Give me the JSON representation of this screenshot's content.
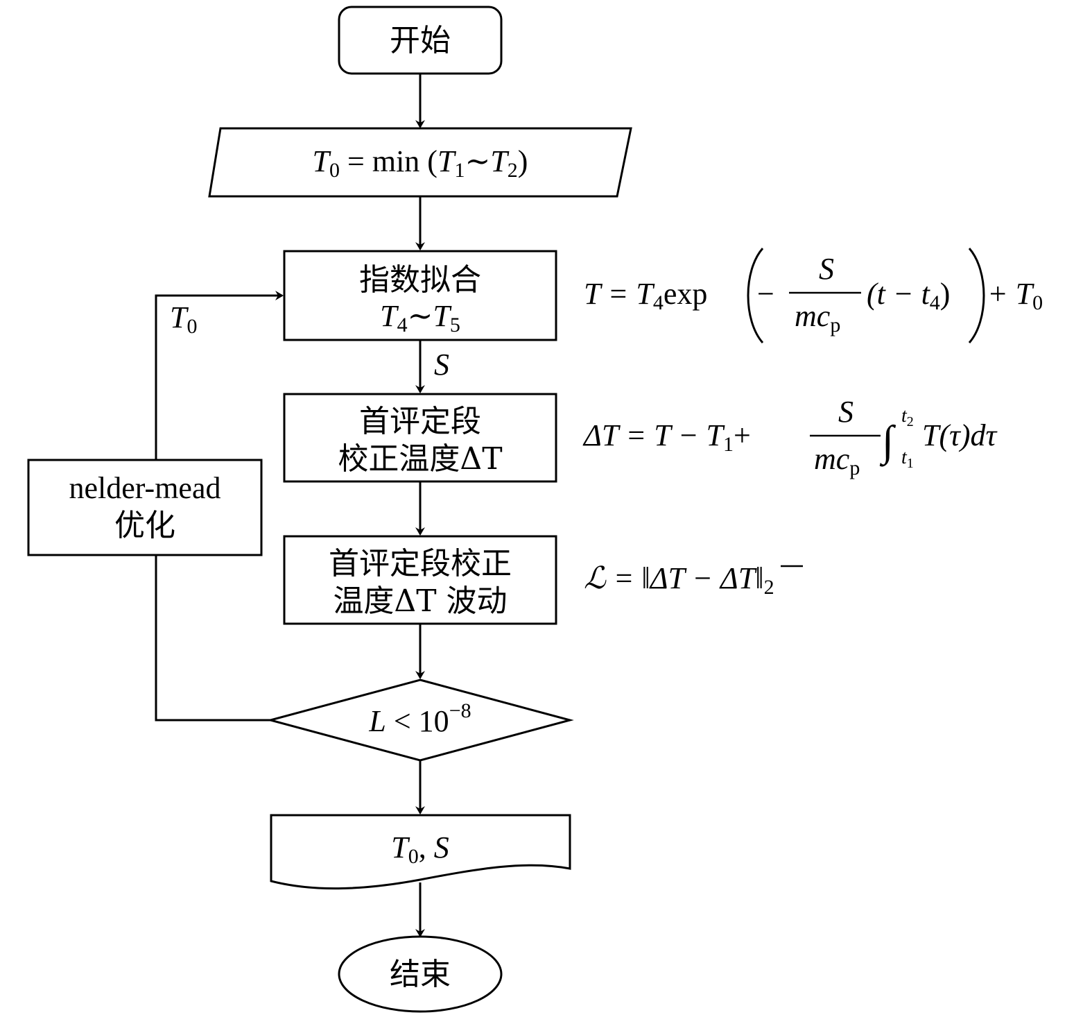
{
  "nodes": {
    "start": {
      "label": "开始",
      "shape": "rounded-rect"
    },
    "input": {
      "label": "T0 = min (T1~T2)",
      "shape": "parallelogram",
      "parts": [
        "T",
        "0",
        " = min (",
        "T",
        "1",
        "∼",
        "T",
        "2",
        ")"
      ]
    },
    "fit": {
      "line1": "指数拟合",
      "line2_parts": [
        "T",
        "4",
        "∼",
        "T",
        "5"
      ],
      "shape": "rect"
    },
    "correct": {
      "line1": "首评定段",
      "line2": "校正温度ΔT",
      "shape": "rect"
    },
    "fluct": {
      "line1": "首评定段校正",
      "line2": "温度ΔT 波动",
      "shape": "rect"
    },
    "decision": {
      "label": "L < 10^-8",
      "parts": [
        "L",
        " < 10",
        "−8"
      ],
      "shape": "diamond"
    },
    "output": {
      "label": "T0, S",
      "parts": [
        "T",
        "0",
        ",  ",
        "S"
      ],
      "shape": "document"
    },
    "end": {
      "label": "结束",
      "shape": "ellipse"
    },
    "optimizer": {
      "line1": "nelder-mead",
      "line2": "优化",
      "shape": "rect"
    }
  },
  "edge_labels": {
    "fit_to_correct": "S",
    "loop_to_fit": {
      "var": "T",
      "sub": "0"
    }
  },
  "equations": {
    "eq_fit": "T = T4 exp(− S/(m cp) (t − t4)) + T0",
    "eq_correct": "ΔT = T − T1 + S/(m cp) ∫_{t1}^{t2} T(τ) dτ",
    "eq_loss": "ℒ = ‖ΔT − ΔT̄‖2"
  },
  "eq_parts": {
    "fit": {
      "lhs": "T = T",
      "s4": "4",
      "exp": "exp",
      "minus": "−",
      "num": "S",
      "den": "mc",
      "denSub": "p",
      "paren": "(t − t",
      "p4": "4",
      "close": ")",
      "plus": "+ T",
      "s0": "0"
    },
    "correct": {
      "lhs": "ΔT = T − T",
      "s1": "1",
      "plus": "+",
      "num": "S",
      "den": "mc",
      "denSub": "p",
      "int": "∫",
      "upper": "t",
      "upperSub": "2",
      "lower": "t",
      "lowerSub": "1",
      "body": "T(τ)dτ"
    },
    "loss": {
      "lhs": "ℒ = ‖ΔT − Δ",
      "tbar": "T",
      "close": "‖",
      "sub": "2"
    }
  }
}
